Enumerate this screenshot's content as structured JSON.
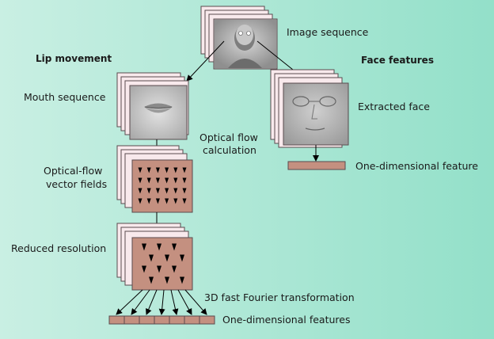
{
  "colors": {
    "background_left": "#c9efe3",
    "background_right": "#93e0c9",
    "frame_back": "#f8e9ec",
    "frame_border": "#5a4a4e",
    "brown_fill": "#c49080",
    "arrow": "#000000",
    "face_gray": "#a9a9a9"
  },
  "labels": {
    "lip_movement": "Lip movement",
    "face_features": "Face features",
    "image_sequence": "Image sequence",
    "mouth_sequence": "Mouth sequence",
    "extracted_face": "Extracted face",
    "optical_flow_line1": "Optical flow",
    "optical_flow_line2": "calculation",
    "vector_fields_line1": "Optical-flow",
    "vector_fields_line2": "vector fields",
    "one_dim_feature": "One-dimensional feature",
    "reduced_resolution": "Reduced resolution",
    "fft": "3D fast Fourier transformation",
    "one_dim_features": "One-dimensional features"
  },
  "icons": {
    "vector_glyph": "downward-triangle-icon",
    "face_image": "face-photo-icon",
    "mouth_image": "mouth-photo-icon"
  }
}
